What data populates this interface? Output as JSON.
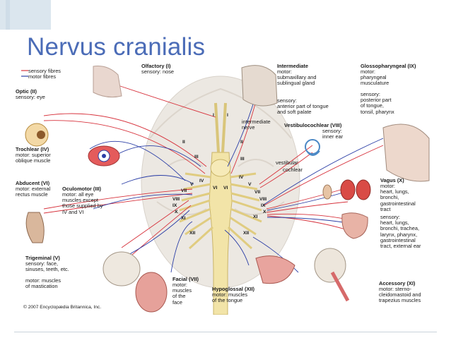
{
  "slide": {
    "title": "Nervus cranialis",
    "copyright": "© 2007 Encyclopædia Britannica, Inc.",
    "colors": {
      "title": "#4b6cb7",
      "sensory": "#d7323c",
      "motor": "#2b3ea6",
      "brain": "#e9e4dd",
      "nerve": "#f2e4a8"
    }
  },
  "legend": {
    "sensory": "sensory fibres",
    "motor": "motor fibres"
  },
  "nerves": {
    "olfactory": {
      "name": "Olfactory (I)",
      "line1": "sensory: nose"
    },
    "optic": {
      "name": "Optic (II)",
      "line1": "sensory: eye"
    },
    "trochlear": {
      "name": "Trochlear (IV)",
      "line1": "motor: superior\noblique muscle"
    },
    "abducent": {
      "name": "Abducent (VI)",
      "line1": "motor: external\nrectus muscle"
    },
    "oculomotor": {
      "name": "Oculomotor (III)",
      "line1": "motor: all eye\nmuscles except\nthose supplied by\nIV and VI"
    },
    "trigeminal": {
      "name": "Trigeminal (V)",
      "sensory": "sensory: face,\nsinuses, teeth, etc.",
      "motor": "motor: muscles\nof mastication"
    },
    "facial": {
      "name": "Facial (VII)",
      "line1": "motor:\nmuscles\nof the\nface"
    },
    "hypoglossal": {
      "name": "Hypoglossal (XII)",
      "line1": "motor: muscles\nof the tongue"
    },
    "intermediate": {
      "name": "Intermediate",
      "motor": "motor:\nsubmaxillary and\nsublingual gland",
      "sensory": "sensory:\nanterior part of tongue\nand soft palate"
    },
    "intermediate_nerve": "intermediate\nnerve",
    "vestibulocochlear": {
      "name": "Vestibulocochlear (VIII)",
      "line1": "sensory:\ninner ear"
    },
    "vestibular": "vestibular",
    "cochlear": "cochlear",
    "glossopharyngeal": {
      "name": "Glossopharyngeal (IX)",
      "motor": "motor:\npharyngeal\nmusculature",
      "sensory": "sensory:\nposterior part\nof tongue,\ntonsil, pharynx"
    },
    "vagus": {
      "name": "Vagus (X)",
      "motor": "motor:\nheart, lungs,\nbronchi,\ngastrointestinal\ntract",
      "sensory": "sensory:\nheart, lungs,\nbronchi, trachea,\nlarynx, pharynx,\ngastrointestinal\ntract, external ear"
    },
    "accessory": {
      "name": "Accessory (XI)",
      "line1": "motor: sterno-\ncleidomastoid and\ntrapezius muscles"
    }
  },
  "numerals": [
    "I",
    "I",
    "II",
    "II",
    "III",
    "III",
    "IV",
    "IV",
    "V",
    "V",
    "VI",
    "VI",
    "VII",
    "VII",
    "VIII",
    "VIII",
    "IX",
    "IX",
    "X",
    "X",
    "XI",
    "XI",
    "XII",
    "XII"
  ]
}
